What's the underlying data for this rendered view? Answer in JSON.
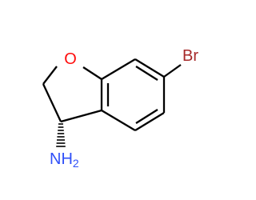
{
  "molecule": {
    "atoms": {
      "oxygen": {
        "label": "O",
        "color": "#ff0d0d"
      },
      "bromine": {
        "label": "Br",
        "color": "#a62929"
      },
      "amine": {
        "label": "NH",
        "subscript": "2",
        "color": "#3050f8"
      }
    },
    "bond_color": "#000000"
  }
}
